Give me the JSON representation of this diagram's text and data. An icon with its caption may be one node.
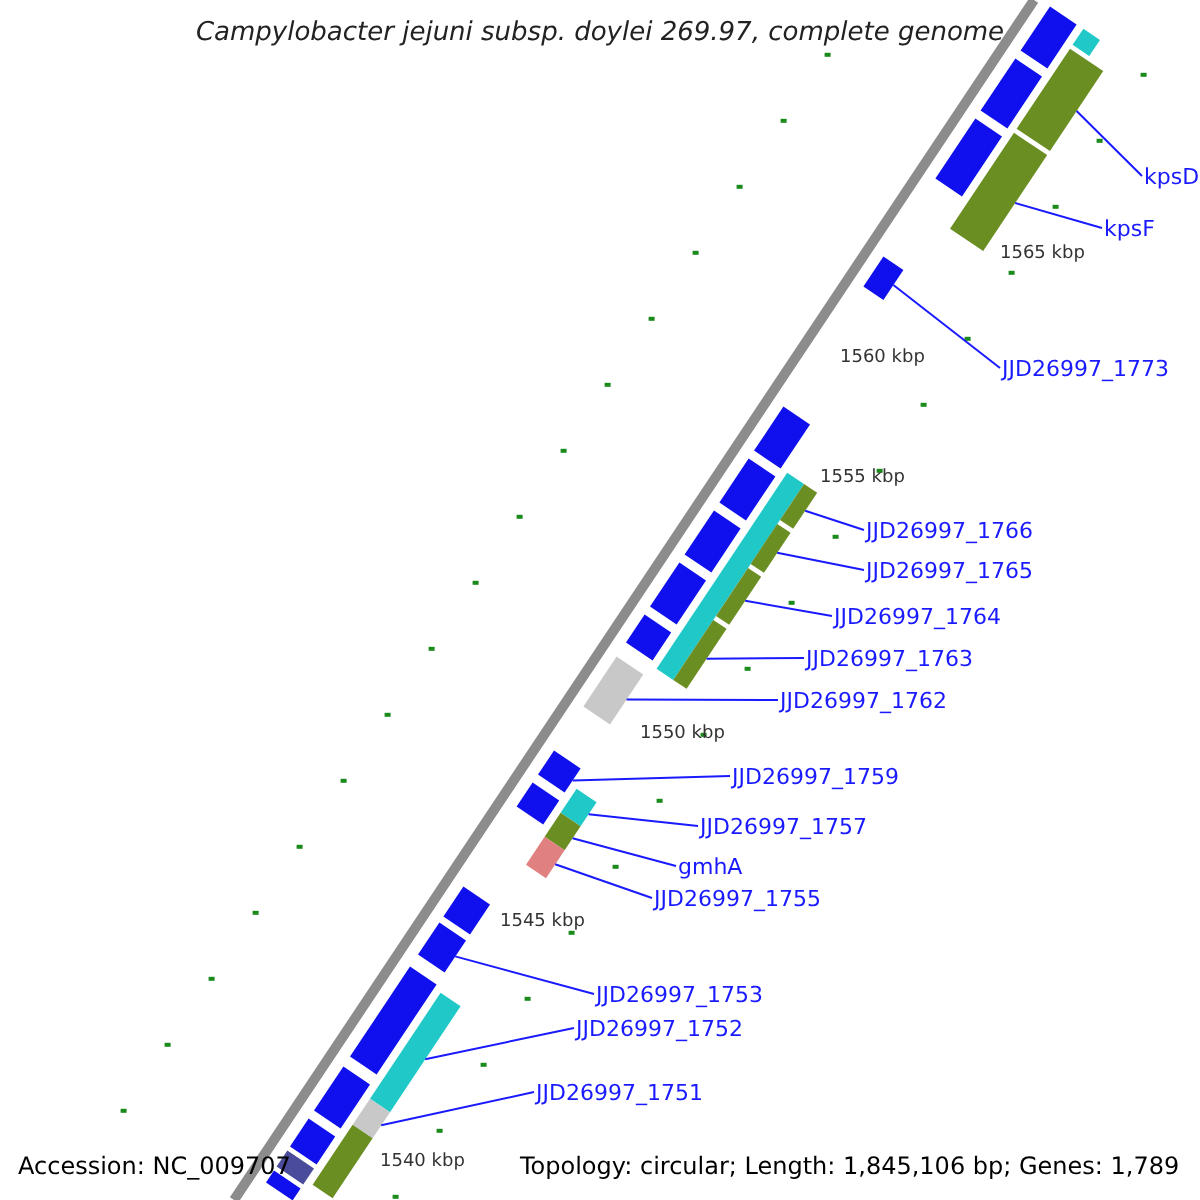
{
  "diagram": {
    "title": "Campylobacter jejuni subsp. doylei 269.97, complete genome",
    "nodes": [
      {
        "text": [
          "kpsD"
        ]
      },
      {
        "text": [
          "kpsF"
        ]
      },
      {
        "text": [
          "JJD26997_1773"
        ]
      },
      {
        "text": [
          "JJD26997_1766"
        ]
      },
      {
        "text": [
          "JJD26997_1765"
        ]
      },
      {
        "text": [
          "JJD26997_1764"
        ]
      },
      {
        "text": [
          "JJD26997_1763"
        ]
      },
      {
        "text": [
          "JJD26997_1762"
        ]
      },
      {
        "text": [
          "JJD26997_1759"
        ]
      },
      {
        "text": [
          "JJD26997_1757"
        ]
      },
      {
        "text": [
          "gmhA"
        ]
      },
      {
        "text": [
          "JJD26997_1755"
        ]
      },
      {
        "text": [
          "JJD26997_1753"
        ]
      },
      {
        "text": [
          "JJD26997_1752"
        ]
      },
      {
        "text": [
          "JJD26997_1751"
        ]
      },
      {
        "text": [],
        "shape": "bar"
      },
      {
        "text": [],
        "shape": "bar"
      },
      {
        "text": [],
        "shape": "bar"
      },
      {
        "text": [],
        "shape": "bar"
      },
      {
        "text": [],
        "shape": "bar"
      },
      {
        "text": [],
        "shape": "bar"
      },
      {
        "text": [],
        "shape": "bar"
      },
      {
        "text": [],
        "shape": "bar"
      },
      {
        "text": [],
        "shape": "bar"
      },
      {
        "text": [],
        "shape": "bar"
      },
      {
        "text": [],
        "shape": "bar"
      },
      {
        "text": [],
        "shape": "bar"
      },
      {
        "text": [],
        "shape": "bar"
      },
      {
        "text": [],
        "shape": "bar"
      },
      {
        "text": [],
        "shape": "bar"
      },
      {
        "text": [],
        "shape": "bar"
      },
      {
        "text": [],
        "shape": "bar"
      },
      {
        "text": [],
        "shape": "bar"
      },
      {
        "text": [],
        "shape": "bar"
      },
      {
        "text": [],
        "shape": "bar"
      },
      {
        "text": [],
        "shape": "bar"
      },
      {
        "text": [],
        "shape": "bar"
      },
      {
        "text": [],
        "shape": "bar"
      },
      {
        "text": [],
        "shape": "bar"
      },
      {
        "text": [],
        "shape": "bar"
      },
      {
        "text": [],
        "shape": "bar"
      },
      {
        "text": [],
        "shape": "bar"
      },
      {
        "text": [],
        "shape": "bar"
      },
      {
        "text": [],
        "shape": "bar"
      },
      {
        "text": [],
        "shape": "bar"
      },
      {
        "text": [],
        "shape": "bar"
      },
      {
        "text": [],
        "shape": "bar"
      },
      {
        "text": [],
        "shape": "bar"
      }
    ],
    "edges": [
      {
        "from": 0,
        "to": 17,
        "arrow": "none"
      },
      {
        "from": 1,
        "to": 19,
        "arrow": "none"
      },
      {
        "from": 2,
        "to": 21,
        "arrow": "none"
      },
      {
        "from": 3,
        "to": 24,
        "arrow": "none"
      },
      {
        "from": 4,
        "to": 26,
        "arrow": "none"
      },
      {
        "from": 5,
        "to": 28,
        "arrow": "none"
      },
      {
        "from": 6,
        "to": 30,
        "arrow": "none"
      },
      {
        "from": 7,
        "to": 32,
        "arrow": "none"
      },
      {
        "from": 8,
        "to": 33,
        "arrow": "none"
      },
      {
        "from": 9,
        "to": 34,
        "arrow": "none"
      },
      {
        "from": 10,
        "to": 36,
        "arrow": "none"
      },
      {
        "from": 11,
        "to": 37,
        "arrow": "none"
      },
      {
        "from": 12,
        "to": 39,
        "arrow": "none"
      },
      {
        "from": 13,
        "to": 41,
        "arrow": "none"
      },
      {
        "from": 14,
        "to": 43,
        "arrow": "none"
      }
    ],
    "labels": [
      "1565 kbp",
      "1560 kbp",
      "1555 kbp",
      "1550 kbp",
      "1545 kbp",
      "1540 kbp",
      "Accession: NC_009707",
      "Topology: circular; Length: 1,845,106 bp; Genes: 1,789"
    ]
  }
}
